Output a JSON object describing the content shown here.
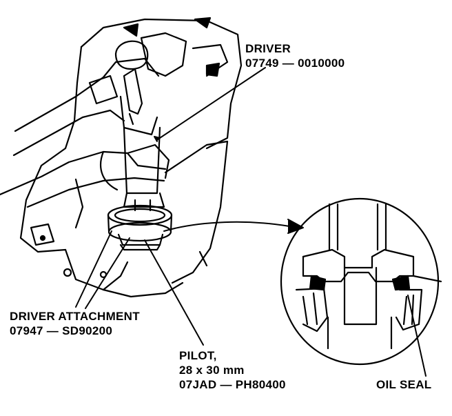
{
  "labels": {
    "driver": {
      "name": "DRIVER",
      "part_number": "07749 — 0010000"
    },
    "driver_attachment": {
      "name": "DRIVER ATTACHMENT",
      "part_number": "07947 — SD90200"
    },
    "pilot": {
      "name": "PILOT,",
      "size": "28 x 30 mm",
      "part_number": "07JAD — PH80400"
    },
    "oil_seal": {
      "name": "OIL SEAL"
    }
  }
}
